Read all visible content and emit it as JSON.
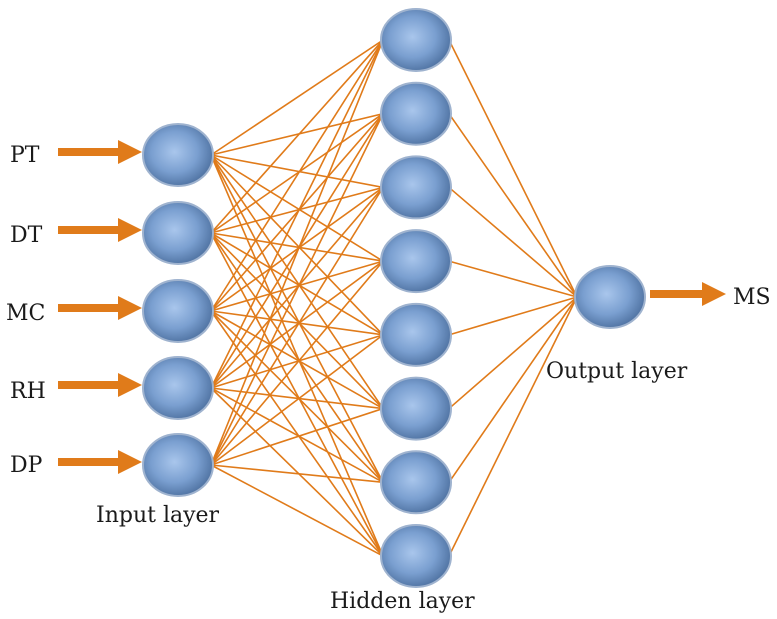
{
  "inputs": [
    "PT",
    "DT",
    "MC",
    "RH",
    "DP"
  ],
  "output": "MS",
  "hidden_node_count": 8,
  "layer_labels": {
    "input": "Input layer",
    "hidden": "Hidden layer",
    "output": "Output layer"
  },
  "colors": {
    "connection": "#e07b1a",
    "node_fill_light": "#a9c6ec",
    "node_fill_dark": "#4a6d9c",
    "node_stroke": "#9fb3cf",
    "arrow": "#e07b1a"
  }
}
